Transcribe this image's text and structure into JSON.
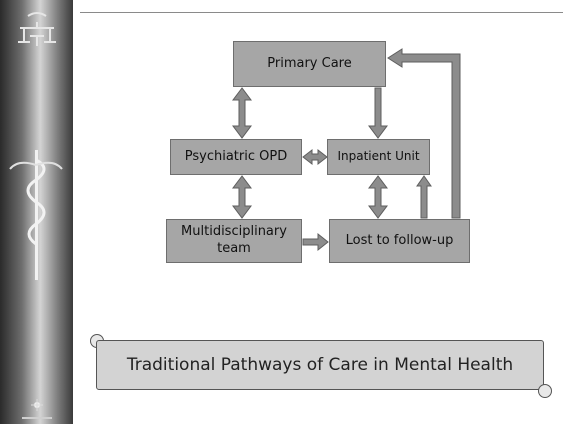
{
  "diagram": {
    "nodes": {
      "primary_care": "Primary Care",
      "psychiatric_opd": "Psychiatric OPD",
      "inpatient_unit": "Inpatient Unit",
      "multidisciplinary_team": "Multidisciplinary team",
      "lost_to_followup": "Lost to follow-up"
    },
    "edges": [
      {
        "from": "primary_care",
        "to": "psychiatric_opd",
        "type": "bidirectional"
      },
      {
        "from": "primary_care",
        "to": "inpatient_unit",
        "type": "directed"
      },
      {
        "from": "psychiatric_opd",
        "to": "inpatient_unit",
        "type": "bidirectional"
      },
      {
        "from": "psychiatric_opd",
        "to": "multidisciplinary_team",
        "type": "bidirectional"
      },
      {
        "from": "inpatient_unit",
        "to": "lost_to_followup",
        "type": "bidirectional"
      },
      {
        "from": "multidisciplinary_team",
        "to": "lost_to_followup",
        "type": "directed"
      },
      {
        "from": "lost_to_followup",
        "to": "inpatient_unit",
        "type": "directed"
      },
      {
        "from": "lost_to_followup",
        "to": "primary_care",
        "type": "directed"
      }
    ],
    "colors": {
      "node_fill": "#a6a6a6",
      "arrow_fill": "#8c8c8c",
      "banner_fill": "#d3d3d3"
    }
  },
  "banner": {
    "title": "Traditional Pathways of Care in Mental Health"
  },
  "sidebar": {
    "icons": [
      "organization-logo-icon",
      "caduceus-icon",
      "small-emblem-icon"
    ]
  }
}
